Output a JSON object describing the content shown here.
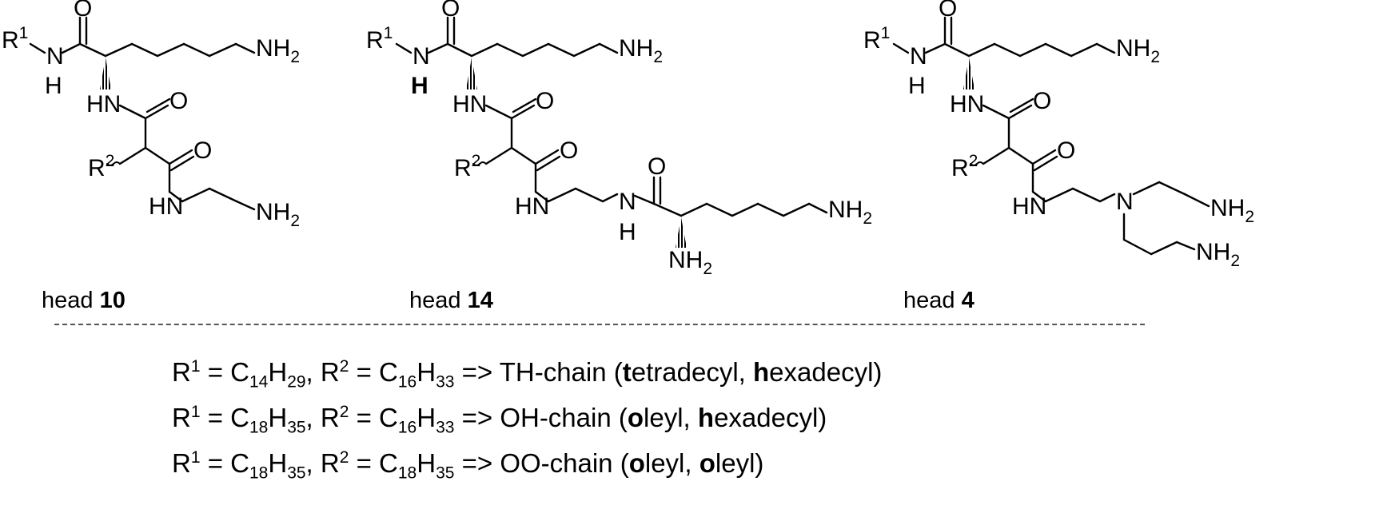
{
  "structures": [
    {
      "label_prefix": "head",
      "label_number": "10",
      "atoms": {
        "r1": "R",
        "r1_sup": "1",
        "o_top": "O",
        "nh_n": "N",
        "nh_h": "H",
        "nh2_top": "NH",
        "nh2_top_sub": "2",
        "hn_mid": "HN",
        "o_mid": "O",
        "r2": "R",
        "r2_sup": "2",
        "o_low": "O",
        "hn_low": "HN",
        "nh2_low": "NH",
        "nh2_low_sub": "2"
      }
    },
    {
      "label_prefix": "head",
      "label_number": "14",
      "atoms": {
        "r1": "R",
        "r1_sup": "1",
        "o_top": "O",
        "nh_n": "N",
        "nh_h": "H",
        "nh2_top": "NH",
        "nh2_top_sub": "2",
        "hn_mid": "HN",
        "o_mid": "O",
        "r2": "R",
        "r2_sup": "2",
        "o_low": "O",
        "hn_low": "HN",
        "o_amide": "O",
        "n_amide": "N",
        "h_amide": "H",
        "nh2_chain": "NH",
        "nh2_chain_sub": "2",
        "nh2_alpha": "NH",
        "nh2_alpha_sub": "2"
      }
    },
    {
      "label_prefix": "head",
      "label_number": "4",
      "atoms": {
        "r1": "R",
        "r1_sup": "1",
        "o_top": "O",
        "nh_n": "N",
        "nh_h": "H",
        "nh2_top": "NH",
        "nh2_top_sub": "2",
        "hn_mid": "HN",
        "o_mid": "O",
        "r2": "R",
        "r2_sup": "2",
        "o_low": "O",
        "hn_low": "HN",
        "n_tert": "N",
        "nh2_a": "NH",
        "nh2_a_sub": "2",
        "nh2_b": "NH",
        "nh2_b_sub": "2"
      }
    }
  ],
  "definitions": [
    {
      "r1": "R",
      "r1_sup": "1",
      "eq1": " = C",
      "r1_c": "14",
      "r1_h": "H",
      "r1_hn": "29",
      "comma": ", ",
      "r2": "R",
      "r2_sup": "2",
      "eq2": " = C",
      "r2_c": "16",
      "r2_h": "H",
      "r2_hn": "33",
      "arrow": " => TH-chain (",
      "w1_b": "t",
      "w1_r": "etradecyl, ",
      "w2_b": "h",
      "w2_r": "exadecyl)"
    },
    {
      "r1": "R",
      "r1_sup": "1",
      "eq1": " = C",
      "r1_c": "18",
      "r1_h": "H",
      "r1_hn": "35",
      "comma": ", ",
      "r2": "R",
      "r2_sup": "2",
      "eq2": " = C",
      "r2_c": "16",
      "r2_h": "H",
      "r2_hn": "33",
      "arrow": " => OH-chain (",
      "w1_b": "o",
      "w1_r": "leyl, ",
      "w2_b": "h",
      "w2_r": "exadecyl)"
    },
    {
      "r1": "R",
      "r1_sup": "1",
      "eq1": " = C",
      "r1_c": "18",
      "r1_h": "H",
      "r1_hn": "35",
      "comma": ", ",
      "r2": "R",
      "r2_sup": "2",
      "eq2": " = C",
      "r2_c": "18",
      "r2_h": "H",
      "r2_hn": "35",
      "arrow": " => OO-chain (",
      "w1_b": "o",
      "w1_r": "leyl, ",
      "w2_b": "o",
      "w2_r": "leyl)"
    }
  ],
  "colors": {
    "ink": "#000000",
    "background": "#ffffff",
    "divider": "#555555"
  }
}
